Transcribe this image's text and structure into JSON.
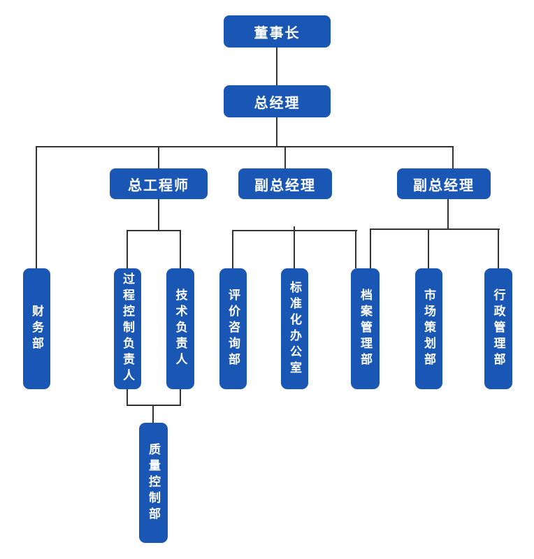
{
  "diagram": {
    "type": "org-chart",
    "background_color": "#ffffff",
    "node_color": "#1a56b4",
    "node_text_color": "#ffffff",
    "connector_color": "#333333",
    "nodes": {
      "chairman": "董事长",
      "general_manager": "总经理",
      "chief_engineer": "总工程师",
      "deputy_gm_1": "副总经理",
      "deputy_gm_2": "副总经理",
      "finance_dept": "财务部",
      "process_control_leader": "过程控制负责人",
      "technical_leader": "技术负责人",
      "evaluation_consulting_dept": "评价咨询部",
      "standardization_office": "标准化办公室",
      "archives_management_dept": "档案管理部",
      "marketing_planning_dept": "市场策划部",
      "administration_dept": "行政管理部",
      "quality_control_dept": "质量控制部"
    },
    "edges": [
      [
        "董事长",
        "总经理"
      ],
      [
        "总经理",
        "财务部"
      ],
      [
        "总经理",
        "总工程师"
      ],
      [
        "总经理",
        "副总经理(1)"
      ],
      [
        "总经理",
        "副总经理(2)"
      ],
      [
        "总工程师",
        "过程控制负责人"
      ],
      [
        "总工程师",
        "技术负责人"
      ],
      [
        "副总经理(1)",
        "评价咨询部"
      ],
      [
        "副总经理(1)",
        "标准化办公室"
      ],
      [
        "副总经理(1)",
        "档案管理部"
      ],
      [
        "副总经理(2)",
        "档案管理部"
      ],
      [
        "副总经理(2)",
        "市场策划部"
      ],
      [
        "副总经理(2)",
        "行政管理部"
      ],
      [
        "过程控制负责人+技术负责人",
        "质量控制部"
      ]
    ]
  }
}
